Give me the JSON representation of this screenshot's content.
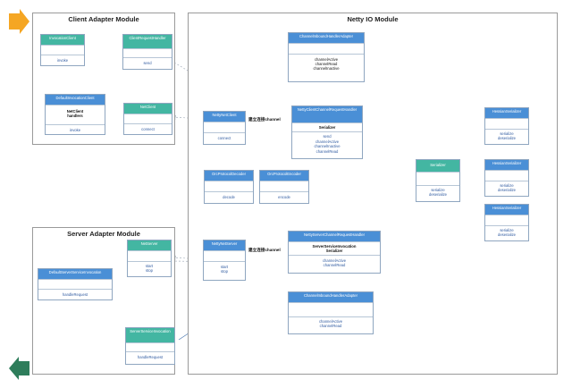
{
  "modules": {
    "client_adapter": "Client Adapter Module",
    "netty_io": "Netty IO Module",
    "server_adapter": "Server Adapter Module"
  },
  "boxes": {
    "invocation_client": {
      "title": "InvocationClient",
      "sec1": "",
      "sec2": "invoke"
    },
    "client_request_handler": {
      "title": "ClientRequestHandler",
      "sec1": "",
      "sec2": "send"
    },
    "default_invocation_client": {
      "title": "DefaultInvocationClient",
      "sec1": "NetClient\nhandlers",
      "sec2": "invoke"
    },
    "net_client": {
      "title": "NetClient",
      "sec1": "",
      "sec2": "connect"
    },
    "channel_inbound_adapter_top": {
      "title": "ChannelInboundHandlerAdapter",
      "sec1": "",
      "sec2": "channelActive\nchannelRead\nchannelInactive"
    },
    "netty_net_client": {
      "title": "NettyNetClient",
      "sec1": "",
      "sec2": "connect"
    },
    "netty_client_channel_handler": {
      "title": "NettyClientChannelRequestHandler",
      "sec1": "Serializer",
      "sec2": "send\nchannelActive\nchannelInactive\nchannelRead"
    },
    "orc_decoder": {
      "title": "OrcProtocolDecoder",
      "sec1": "",
      "sec2": "decode"
    },
    "orc_encoder": {
      "title": "OrcProtocolEncoder",
      "sec1": "",
      "sec2": "encode"
    },
    "serializer": {
      "title": "Serializer",
      "sec1": "",
      "sec2": "serialize\ndeserialize"
    },
    "hessian1": {
      "title": "HessianSerializer",
      "sec1": "",
      "sec2": "serialize\ndeserialize"
    },
    "hessian2": {
      "title": "HessianSerializer",
      "sec1": "",
      "sec2": "serialize\ndeserialize"
    },
    "hessian3": {
      "title": "HessianSerializer",
      "sec1": "",
      "sec2": "serialize\ndeserialize"
    },
    "net_server": {
      "title": "NetServer",
      "sec1": "",
      "sec2": "start\nstop"
    },
    "default_server_invocation": {
      "title": "DefaultServerServiceInvocation",
      "sec1": "",
      "sec2": "handleRequest"
    },
    "netty_net_server": {
      "title": "NettyNetServer",
      "sec1": "",
      "sec2": "start\nstop"
    },
    "netty_server_channel_handler": {
      "title": "NettyServerChannelRequestHandler",
      "sec1": "ServerServiceInvocation\nSerializer",
      "sec2": "channelActive\nchannelRead"
    },
    "channel_inbound_adapter_bottom": {
      "title": "ChannelInboundHandlerAdapter",
      "sec1": "",
      "sec2": "channelActive\nchannelRead"
    },
    "server_service_invocation": {
      "title": "ServerServiceInvocation",
      "sec1": "",
      "sec2": "handleRequest"
    }
  },
  "labels": {
    "client_channel": "建立连接channel",
    "server_channel": "建立连接channel"
  },
  "colors": {
    "blue_header": "#4a8fd6",
    "teal_header": "#43b6a2",
    "arrow_orange": "#f5a623",
    "arrow_green": "#2e7d5b"
  }
}
